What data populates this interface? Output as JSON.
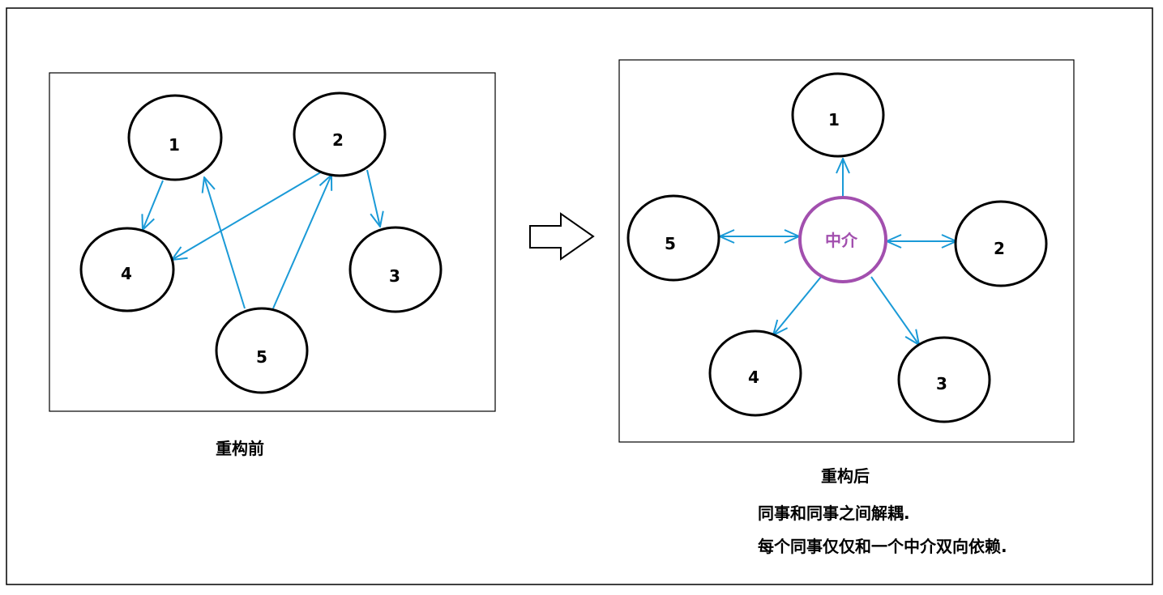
{
  "colors": {
    "node_stroke": "#000000",
    "edge": "#1a9ad7",
    "mediator": "#a24fae",
    "frame": "#000000"
  },
  "before": {
    "caption": "重构前",
    "nodes": [
      "1",
      "2",
      "3",
      "4",
      "5"
    ]
  },
  "after": {
    "caption": "重构后",
    "mediator_label": "中介",
    "nodes": [
      "1",
      "2",
      "3",
      "4",
      "5"
    ],
    "notes": [
      "同事和同事之间解耦.",
      "每个同事仅仅和一个中介双向依赖."
    ]
  },
  "transition_icon": "right-arrow-icon"
}
